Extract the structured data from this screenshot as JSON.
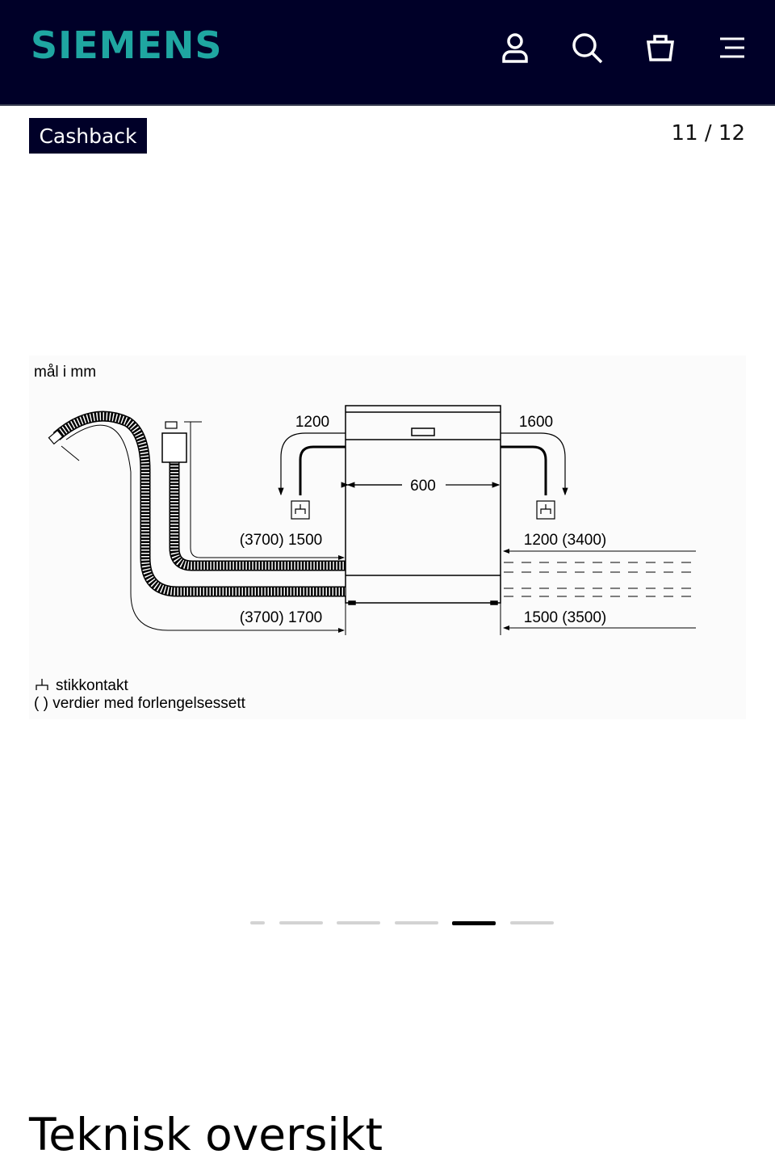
{
  "header": {
    "logo": "SIEMENS",
    "icons": [
      "user-icon",
      "search-icon",
      "basket-icon",
      "menu-icon"
    ],
    "background": "#000028",
    "logo_color": "#1fa6a1"
  },
  "gallery": {
    "badge": "Cashback",
    "counter": "11 / 12",
    "current_index": 11,
    "total": 12
  },
  "diagram": {
    "units_label": "mål i mm",
    "width_label": "600",
    "left_top_label": "1200",
    "right_top_label": "1600",
    "left_mid_label": "(3700) 1500",
    "left_bottom_label": "(3700) 1700",
    "right_mid_label": "1200 (3400)",
    "right_bottom_label": "1500 (3500)",
    "legend_socket": "stikkontakt",
    "legend_parens": "( ) verdier med forlengelsessett"
  },
  "section": {
    "title": "Teknisk oversikt"
  }
}
